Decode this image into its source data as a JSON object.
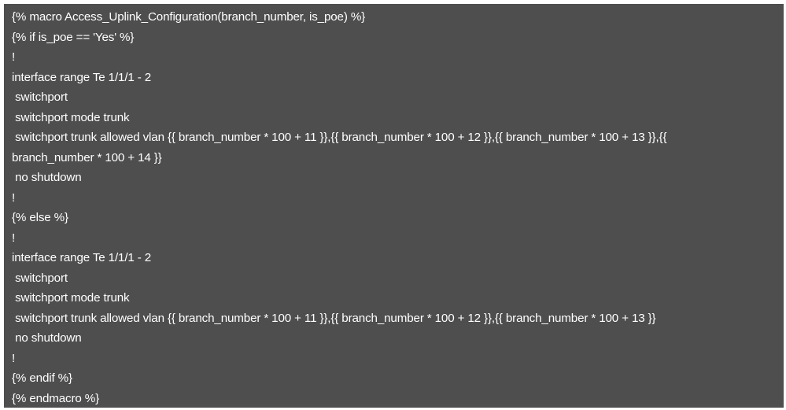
{
  "document": {
    "lines": [
      "{% macro Access_Uplink_Configuration(branch_number, is_poe) %}",
      "{% if is_poe == 'Yes' %}",
      "!",
      "interface range Te 1/1/1 - 2",
      " switchport",
      " switchport mode trunk",
      " switchport trunk allowed vlan {{ branch_number * 100 + 11 }},{{ branch_number * 100 + 12 }},{{ branch_number * 100 + 13 }},{{",
      "branch_number * 100 + 14 }}",
      " no shutdown",
      "!",
      "{% else %}",
      "!",
      "interface range Te 1/1/1 - 2",
      " switchport",
      " switchport mode trunk",
      " switchport trunk allowed vlan {{ branch_number * 100 + 11 }},{{ branch_number * 100 + 12 }},{{ branch_number * 100 + 13 }}",
      " no shutdown",
      "!",
      "{% endif %}",
      "{% endmacro %}"
    ],
    "background_color": "#4e4e4e",
    "text_color": "#ffffff"
  }
}
